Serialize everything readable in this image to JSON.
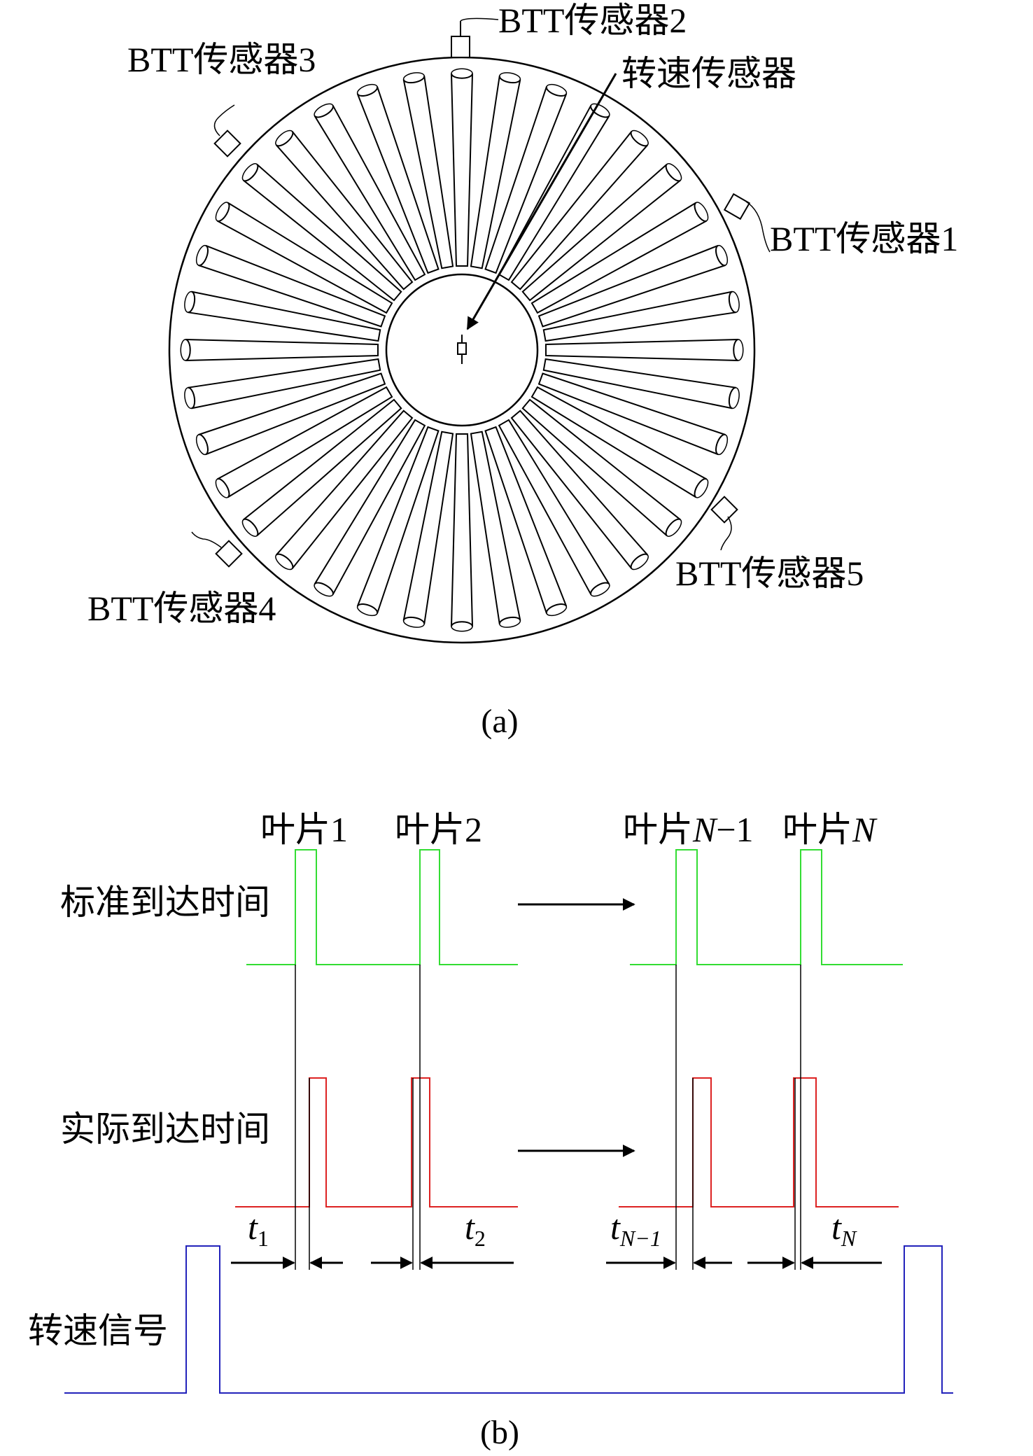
{
  "panel_a": {
    "sensor_labels": {
      "s1": "BTT传感器1",
      "s2": "BTT传感器2",
      "s3": "BTT传感器3",
      "s4": "BTT传感器4",
      "s5": "BTT传感器5"
    },
    "speed_sensor_label": "转速传感器",
    "blade_count": 36,
    "caption": "(a)"
  },
  "panel_b": {
    "blade_labels": {
      "b1": "叶片1",
      "b2": "叶片2",
      "bn1_prefix": "叶片",
      "bn1_var": "N",
      "bn1_suffix": "−1",
      "bn_prefix": "叶片",
      "bn_var": "N"
    },
    "row_labels": {
      "standard": "标准到达时间",
      "actual": "实际到达时间",
      "speed": "转速信号"
    },
    "deltas": {
      "t1": {
        "var": "t",
        "sub": "1"
      },
      "t2": {
        "var": "t",
        "sub": "2"
      },
      "tn1": {
        "var": "t",
        "sub": "N−1"
      },
      "tn": {
        "var": "t",
        "sub": "N"
      }
    },
    "colors": {
      "standard": "#33dd33",
      "actual": "#dd2222",
      "speed": "#2222bb",
      "reference": "#000000"
    },
    "caption": "(b)"
  }
}
